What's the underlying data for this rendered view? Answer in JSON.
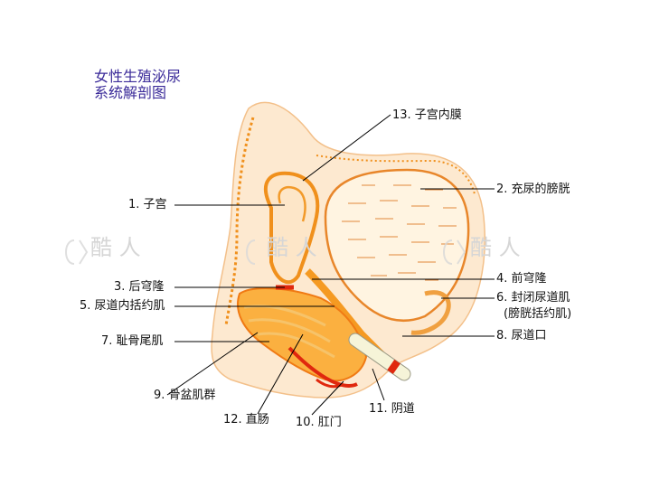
{
  "title": {
    "line1": "女性生殖泌尿",
    "line2": "系统解剖图"
  },
  "labels": {
    "endometrium": "13. 子宫内膜",
    "full_bladder": "2. 充尿的膀胱",
    "uterus": "1. 子宫",
    "posterior_fornix": "3. 后穹隆",
    "anterior_fornix": "4. 前穹隆",
    "internal_urethral_sphincter": "5. 尿道内括约肌",
    "closed_urethral_muscle": "6. 封闭尿道肌",
    "closed_urethral_muscle_note": "(膀胱括约肌)",
    "pubococcygeus": "7. 耻骨尾肌",
    "urethral_opening": "8. 尿道口",
    "pelvic_floor": "9. 骨盆肌群",
    "rectum": "12. 直肠",
    "anus": "10. 肛门",
    "vagina": "11. 阴道"
  },
  "watermark": "酷 人",
  "colors": {
    "title": "#3a2a99",
    "tissue_light": "#fde6c8",
    "tissue_orange": "#f59a22",
    "tissue_red": "#e0280e",
    "bladder_fill": "#fff3df",
    "bladder_lines": "#e58a3a",
    "leader": "#000000",
    "watermark": "#d8d8d8"
  }
}
